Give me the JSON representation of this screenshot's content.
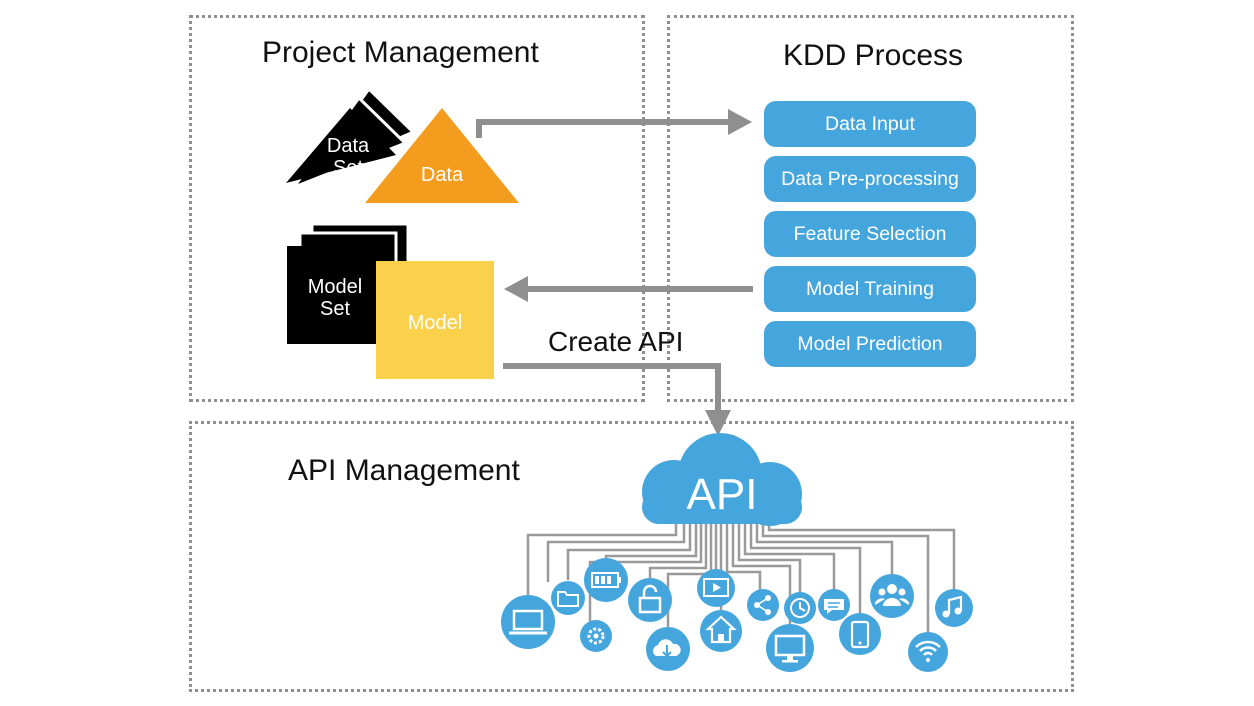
{
  "sections": {
    "project_management": "Project Management",
    "kdd_process": "KDD Process",
    "api_management": "API Management"
  },
  "project": {
    "dataset_label_line1": "Data",
    "dataset_label_line2": "Set",
    "data_label": "Data",
    "modelset_label_line1": "Model",
    "modelset_label_line2": "Set",
    "model_label": "Model"
  },
  "kdd_steps": [
    {
      "label": "Data Input"
    },
    {
      "label": "Data Pre-processing"
    },
    {
      "label": "Feature Selection"
    },
    {
      "label": "Model Training"
    },
    {
      "label": "Model Prediction"
    }
  ],
  "create_api_label": "Create API",
  "api_cloud_label": "API",
  "icons": [
    "laptop-icon",
    "settings-icon",
    "folder-icon",
    "battery-icon",
    "lock-icon",
    "cloud-download-icon",
    "video-icon",
    "home-icon",
    "share-icon",
    "clock-icon",
    "monitor-icon",
    "chat-icon",
    "phone-icon",
    "users-icon",
    "wifi-icon",
    "music-icon"
  ],
  "colors": {
    "step_blue": "#45a5dd",
    "icon_blue": "#45a5dd",
    "data_orange": "#f39c1e",
    "model_yellow": "#fbd14b",
    "arrow_gray": "#8f8f8f",
    "black": "#000000"
  }
}
